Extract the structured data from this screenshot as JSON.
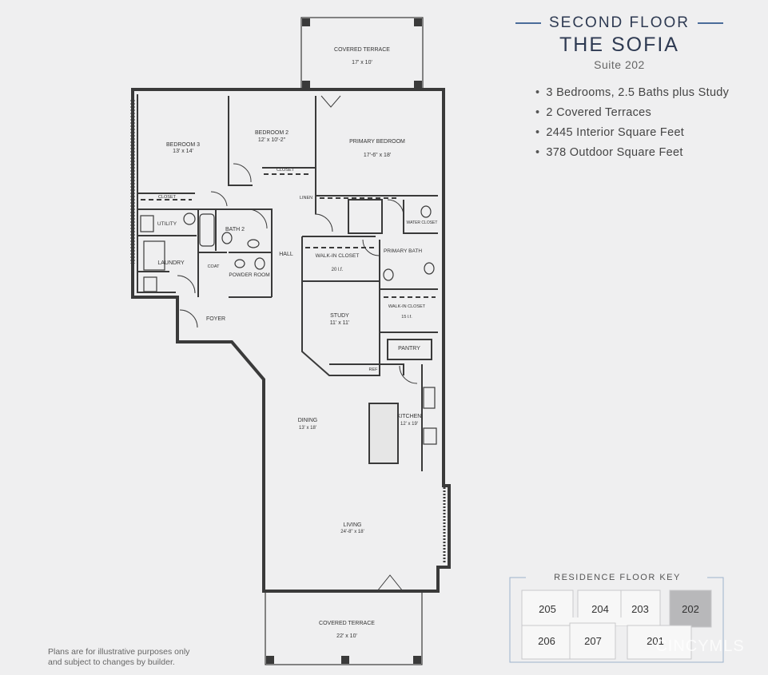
{
  "header": {
    "level": "SECOND FLOOR",
    "name": "THE SOFIA",
    "suite": "Suite 202"
  },
  "features": [
    "3 Bedrooms, 2.5 Baths plus Study",
    "2 Covered Terraces",
    "2445 Interior Square Feet",
    "378 Outdoor Square Feet"
  ],
  "rooms": {
    "covered_terrace_top": {
      "name": "COVERED TERRACE",
      "size": "17' x 10'"
    },
    "bedroom3": {
      "name": "BEDROOM 3",
      "size": "13' x 14'"
    },
    "bedroom2": {
      "name": "BEDROOM 2",
      "size": "12' x 10'-2\""
    },
    "primary_bedroom": {
      "name": "PRIMARY BEDROOM",
      "size": "17'-6\" x 18'"
    },
    "closet_b3": "CLOSET",
    "closet_b2": "CLOSET",
    "linen": "LINEN",
    "utility": "UTILITY",
    "laundry": "LAUNDRY",
    "bath2": "BATH 2",
    "coat": "COAT",
    "powder_room": "POWDER ROOM",
    "hall": "HALL",
    "walkin_closet": {
      "name": "WALK-IN CLOSET",
      "size": "20 l.f."
    },
    "primary_bath": "PRIMARY BATH",
    "water_closet": "WATER CLOSET",
    "walkin_closet2": {
      "name": "WALK-IN CLOSET",
      "size": "15 l.f."
    },
    "study": {
      "name": "STUDY",
      "size": "11' x 11'"
    },
    "pantry": "PANTRY",
    "ref": "REF",
    "foyer": "FOYER",
    "kitchen": {
      "name": "KITCHEN",
      "size": "12' x 19'"
    },
    "dining": {
      "name": "DINING",
      "size": "13' x 18'"
    },
    "living": {
      "name": "LIVING",
      "size": "24'-8\" x 18'"
    },
    "covered_terrace_bottom": {
      "name": "COVERED TERRACE",
      "size": "22' x 10'"
    }
  },
  "note": [
    "Plans are for illustrative purposes only",
    "and subject to changes by builder."
  ],
  "floor_key": {
    "title": "RESIDENCE FLOOR KEY",
    "units": [
      "205",
      "204",
      "203",
      "202",
      "206",
      "207",
      "201"
    ],
    "highlighted": "202",
    "highlight_color": "#b8b8ba"
  },
  "watermark": "CINCYMLS",
  "colors": {
    "wall": "#3a3a3a",
    "accent": "#4a6c9a",
    "background": "#efeff0"
  }
}
